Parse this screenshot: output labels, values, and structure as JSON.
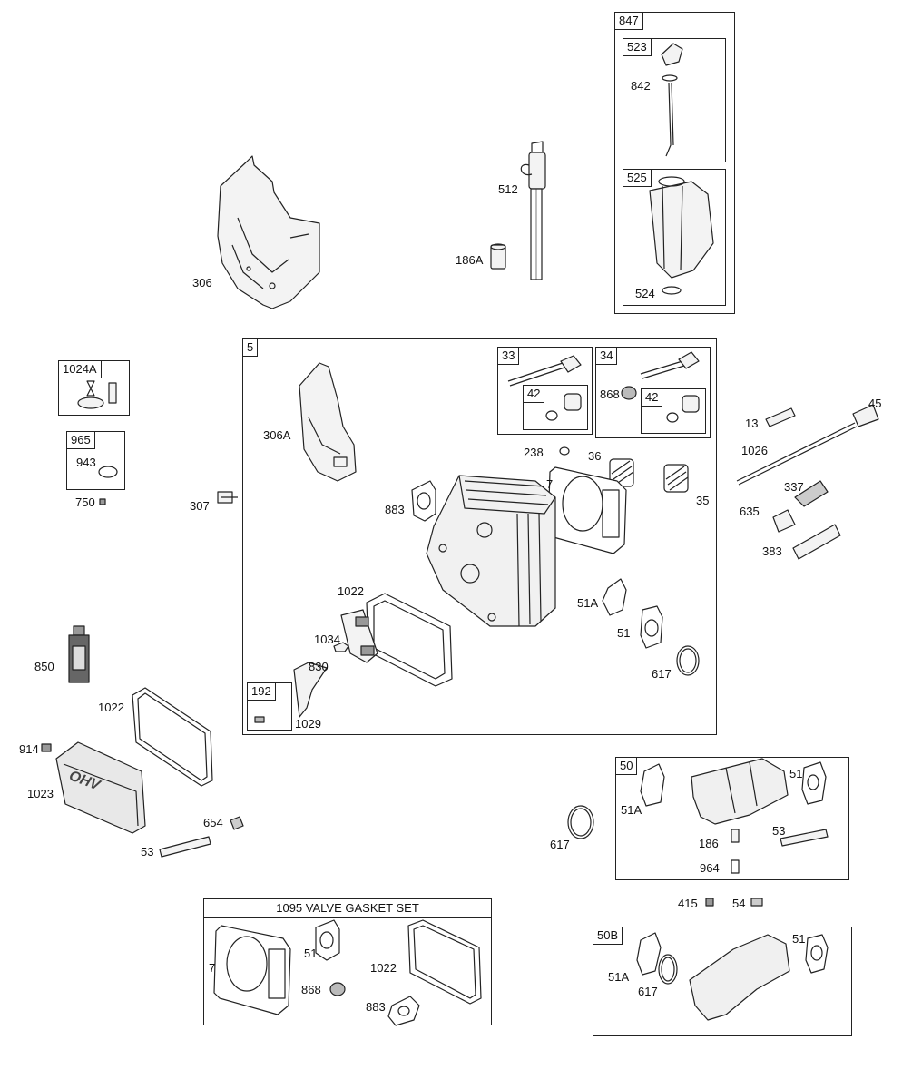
{
  "colors": {
    "line": "#222222",
    "fill": "#e6e6e6",
    "background": "#ffffff"
  },
  "boxes": {
    "847": "847",
    "523": "523",
    "525": "525",
    "5": "5",
    "33": "33",
    "34": "34",
    "42a": "42",
    "42b": "42",
    "1024A": "1024A",
    "965": "965",
    "192": "192",
    "50": "50",
    "50B": "50B"
  },
  "gasket_set_title": "1095 VALVE GASKET SET",
  "labels": {
    "306": "306",
    "512": "512",
    "186A": "186A",
    "842": "842",
    "524": "524",
    "306A": "306A",
    "868a": "868",
    "238": "238",
    "36": "36",
    "7a": "7",
    "35": "35",
    "883a": "883",
    "1022a": "1022",
    "51Aa": "51A",
    "51a": "51",
    "617a": "617",
    "1034": "1034",
    "830": "830",
    "1029": "1029",
    "943": "943",
    "750": "750",
    "307": "307",
    "13": "13",
    "45": "45",
    "1026": "1026",
    "337": "337",
    "635": "635",
    "383": "383",
    "850": "850",
    "1022b": "1022",
    "914": "914",
    "1023": "1023",
    "654": "654",
    "53a": "53",
    "617b": "617",
    "51Ab": "51A",
    "51b": "51",
    "53b": "53",
    "186": "186",
    "964": "964",
    "415": "415",
    "54": "54",
    "51Ac": "51A",
    "617c": "617",
    "51c": "51",
    "7b": "7",
    "51d": "51",
    "1022c": "1022",
    "868b": "868",
    "883b": "883"
  }
}
